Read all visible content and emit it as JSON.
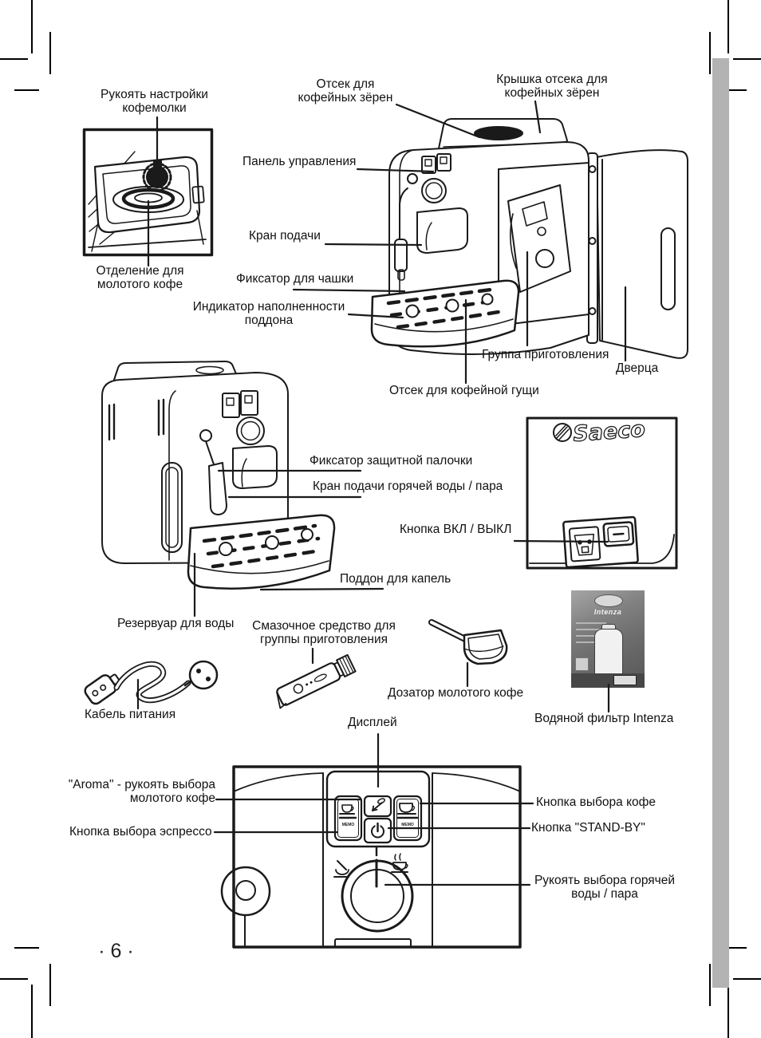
{
  "page": {
    "number_display": "· 6 ·"
  },
  "brand": {
    "logo_text": "Saeco"
  },
  "filter_box": {
    "product_label": "Intenza"
  },
  "panel": {
    "memo_label": "MEMO"
  },
  "labels": {
    "grinder_adjustment_knob": "Рукоять настройки кофемолки",
    "ground_coffee_compartment": "Отделение для молотого кофе",
    "coffee_bean_hopper": "Отсек для кофейных зёрен",
    "coffee_bean_hopper_lid": "Крышка отсека для кофейных зёрен",
    "control_panel": "Панель управления",
    "dispensing_spout": "Кран подачи",
    "cup_holder": "Фиксатор для чашки",
    "drip_tray_full_indicator": "Индикатор наполненности поддона",
    "brew_group": "Группа приготовления",
    "service_door": "Дверца",
    "coffee_grounds_drawer": "Отсек для кофейной гущи",
    "protection_wand_lock": "Фиксатор защитной палочки",
    "hot_water_steam_spout": "Кран подачи горячей воды / пара",
    "on_off_button": "Кнопка ВКЛ / ВЫКЛ",
    "drip_tray": "Поддон для капель",
    "water_tank": "Резервуар для воды",
    "brew_group_grease": "Смазочное средство для группы приготовления",
    "power_cable": "Кабель питания",
    "ground_coffee_doser": "Дозатор молотого кофе",
    "intenza_water_filter": "Водяной фильтр Intenza",
    "display": "Дисплей",
    "aroma_knob": "\"Aroma\" - рукоять выбора молотого кофе",
    "espresso_button": "Кнопка выбора эспрессо",
    "coffee_button": "Кнопка выбора кофе",
    "standby_button": "Кнопка \"STAND-BY\"",
    "hot_water_steam_knob": "Рукоять выбора горячей воды / пара"
  }
}
